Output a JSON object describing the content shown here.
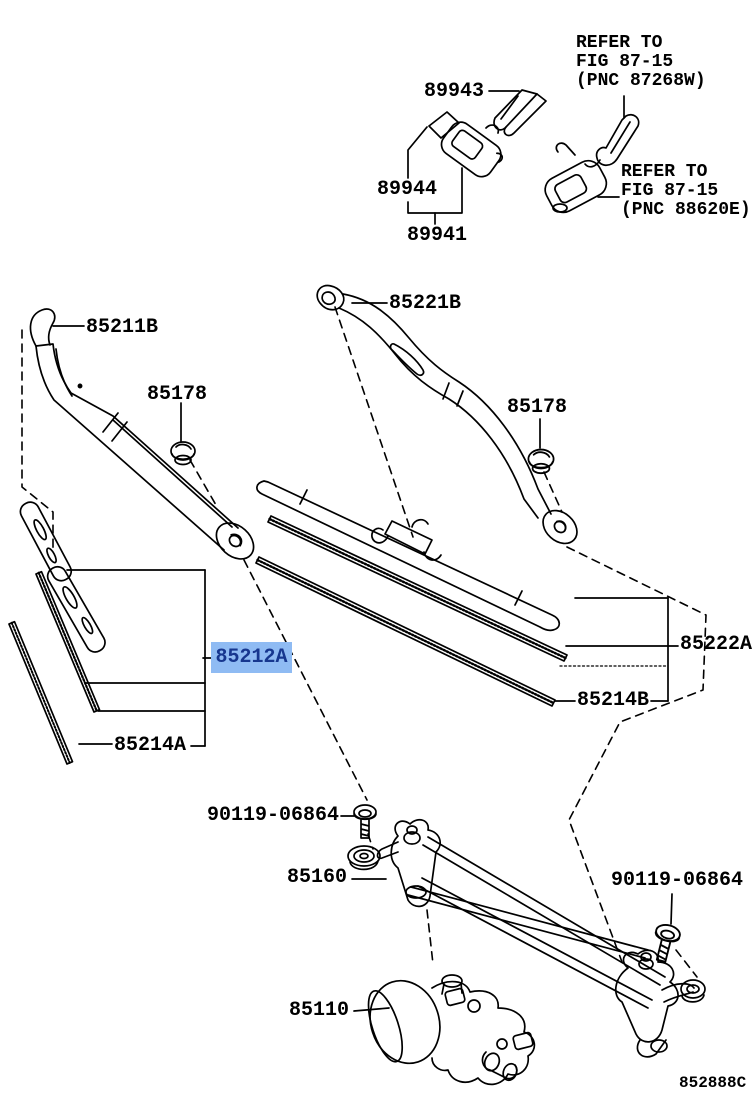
{
  "diagram": {
    "code": "852888C",
    "line_color": "#000000",
    "highlight_bg": "#8fbbf3",
    "highlight_text_color": "#17378f",
    "notes": [
      {
        "line1": "REFER TO",
        "line2": "FIG 87-15",
        "line3": "(PNC 87268W)"
      },
      {
        "line1": "REFER TO",
        "line2": "FIG 87-15",
        "line3": "(PNC 88620E)"
      }
    ],
    "parts": {
      "p89943": "89943",
      "p89944": "89944",
      "p89941": "89941",
      "p85221b": "85221B",
      "p85211b": "85211B",
      "p85178_left": "85178",
      "p85178_right": "85178",
      "p85212a": "85212A",
      "p85222a": "85222A",
      "p85214b": "85214B",
      "p85214a": "85214A",
      "p90119_left": "90119-06864",
      "p85160": "85160",
      "p90119_right": "90119-06864",
      "p85110": "85110"
    }
  }
}
